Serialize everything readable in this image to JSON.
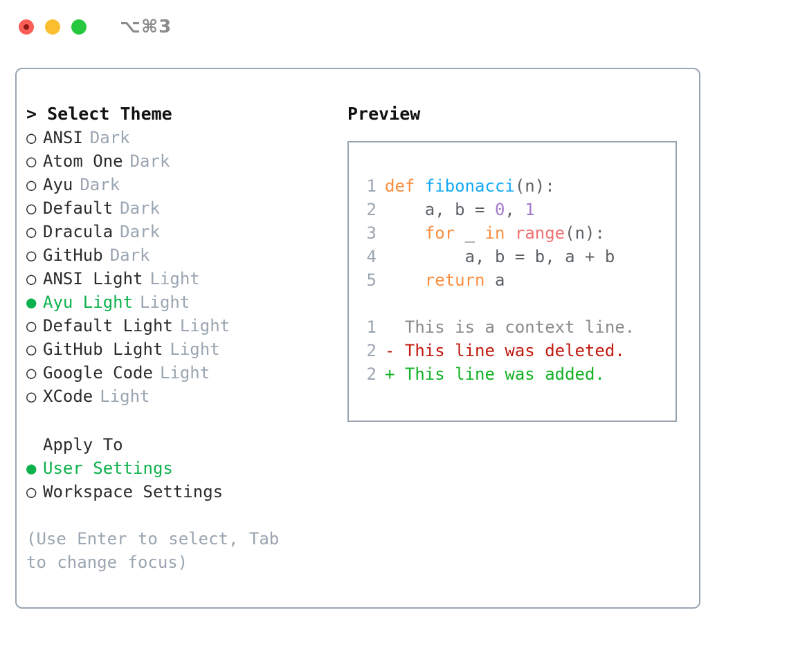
{
  "titlebar": {
    "shortcut": "⌥⌘3",
    "buttons": [
      "close",
      "minimize",
      "zoom"
    ]
  },
  "left": {
    "header": "> Select Theme",
    "themes": [
      {
        "marker": "○",
        "label": "ANSI",
        "suffix": "Dark",
        "selected": false
      },
      {
        "marker": "○",
        "label": "Atom One",
        "suffix": "Dark",
        "selected": false
      },
      {
        "marker": "○",
        "label": "Ayu",
        "suffix": "Dark",
        "selected": false
      },
      {
        "marker": "○",
        "label": "Default",
        "suffix": "Dark",
        "selected": false
      },
      {
        "marker": "○",
        "label": "Dracula",
        "suffix": "Dark",
        "selected": false
      },
      {
        "marker": "○",
        "label": "GitHub",
        "suffix": "Dark",
        "selected": false
      },
      {
        "marker": "○",
        "label": "ANSI Light",
        "suffix": "Light",
        "selected": false
      },
      {
        "marker": "●",
        "label": "Ayu Light",
        "suffix": "Light",
        "selected": true
      },
      {
        "marker": "○",
        "label": "Default Light",
        "suffix": "Light",
        "selected": false
      },
      {
        "marker": "○",
        "label": "GitHub Light",
        "suffix": "Light",
        "selected": false
      },
      {
        "marker": "○",
        "label": "Google Code",
        "suffix": "Light",
        "selected": false
      },
      {
        "marker": "○",
        "label": "XCode",
        "suffix": "Light",
        "selected": false
      }
    ],
    "apply_to_header": "Apply To",
    "apply_to": [
      {
        "marker": "●",
        "label": "User Settings",
        "selected": true
      },
      {
        "marker": "○",
        "label": "Workspace Settings",
        "selected": false
      }
    ],
    "hint": "(Use Enter to select, Tab to change focus)"
  },
  "right": {
    "preview_title": "Preview",
    "code_lines": [
      {
        "num": "1",
        "tokens": [
          {
            "t": "def",
            "c": "kw"
          },
          {
            "t": " ",
            "c": "punc"
          },
          {
            "t": "fibonacci",
            "c": "fn"
          },
          {
            "t": "(n):",
            "c": "punc"
          }
        ]
      },
      {
        "num": "2",
        "tokens": [
          {
            "t": "    a, b = ",
            "c": "id"
          },
          {
            "t": "0",
            "c": "num"
          },
          {
            "t": ", ",
            "c": "id"
          },
          {
            "t": "1",
            "c": "num"
          }
        ]
      },
      {
        "num": "3",
        "tokens": [
          {
            "t": "    ",
            "c": "id"
          },
          {
            "t": "for",
            "c": "kw"
          },
          {
            "t": " _ ",
            "c": "id"
          },
          {
            "t": "in",
            "c": "kw"
          },
          {
            "t": " ",
            "c": "id"
          },
          {
            "t": "range",
            "c": "call"
          },
          {
            "t": "(n):",
            "c": "punc"
          }
        ]
      },
      {
        "num": "4",
        "tokens": [
          {
            "t": "        a, b = b, a + b",
            "c": "id"
          }
        ]
      },
      {
        "num": "5",
        "tokens": [
          {
            "t": "    ",
            "c": "id"
          },
          {
            "t": "return",
            "c": "kw"
          },
          {
            "t": " a",
            "c": "id"
          }
        ]
      }
    ],
    "diff_lines": [
      {
        "num": "1",
        "mark": " ",
        "text": " This is a context line.",
        "kind": "ctx"
      },
      {
        "num": "2",
        "mark": "-",
        "text": " This line was deleted.",
        "kind": "del"
      },
      {
        "num": "2",
        "mark": "+",
        "text": " This line was added.",
        "kind": "add"
      }
    ]
  },
  "colors": {
    "accent_green": "#0db14b",
    "muted": "#9aa5b1",
    "keyword": "#fa8d3e",
    "function": "#12a9f5",
    "number": "#a37acc",
    "call": "#f07171",
    "identifier": "#5c6166",
    "diff_delete": "#c1190f",
    "diff_add": "#12b224",
    "border": "#9aa5b1"
  }
}
